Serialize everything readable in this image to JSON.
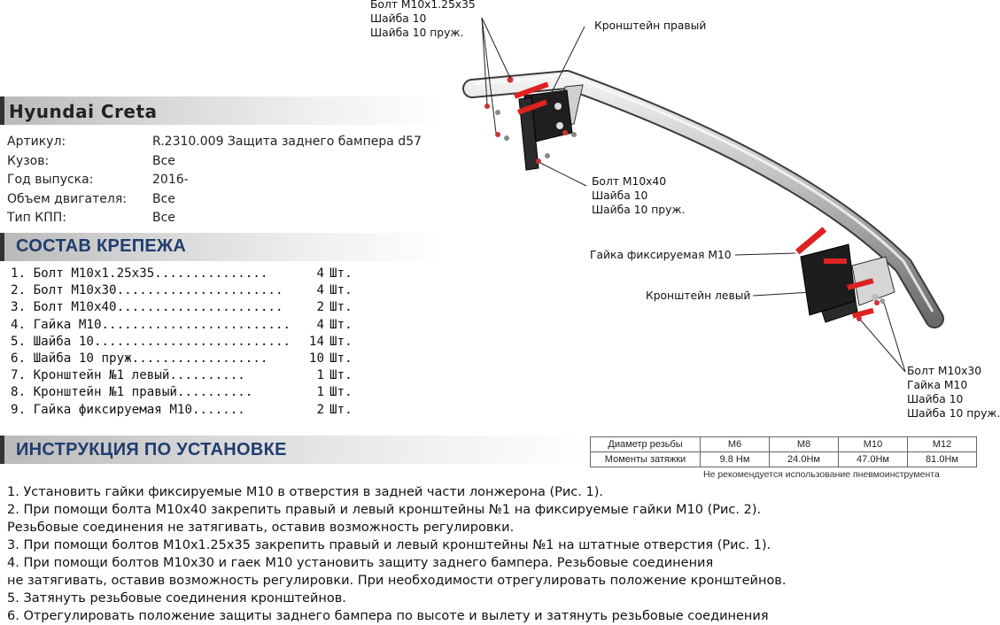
{
  "model": "Hyundai Creta",
  "info": [
    {
      "label": "Артикул:",
      "value": "R.2310.009 Защита заднего бампера d57"
    },
    {
      "label": "Кузов:",
      "value": "Все"
    },
    {
      "label": "Год выпуска:",
      "value": "2016-"
    },
    {
      "label": "Объем двигателя:",
      "value": "Все"
    },
    {
      "label": "Тип КПП:",
      "value": "Все"
    }
  ],
  "fasteners_title": "СОСТАВ КРЕПЕЖА",
  "parts": [
    {
      "name": "1. Болт М10х1.25х35...............",
      "qty": "4",
      "unit": "Шт."
    },
    {
      "name": "2. Болт М10х30......................",
      "qty": "4",
      "unit": "Шт."
    },
    {
      "name": "3. Болт М10х40......................",
      "qty": "2",
      "unit": "Шт."
    },
    {
      "name": "4. Гайка М10.........................",
      "qty": "4",
      "unit": "Шт."
    },
    {
      "name": "5. Шайба 10..........................",
      "qty": "14",
      "unit": "Шт."
    },
    {
      "name": "6. Шайба 10 пруж..................",
      "qty": "10",
      "unit": "Шт."
    },
    {
      "name": "7. Кронштейн №1 левый..........",
      "qty": "1",
      "unit": "Шт."
    },
    {
      "name": "8. Кронштейн №1 правый..........",
      "qty": "1",
      "unit": "Шт."
    },
    {
      "name": "9. Гайка фиксируемая М10.......",
      "qty": "2",
      "unit": "Шт."
    }
  ],
  "install_title": "ИНСТРУКЦИЯ ПО УСТАНОВКЕ",
  "torque": {
    "row1_label": "Диаметр резьбы",
    "row2_label": "Моменты затяжки",
    "sizes": [
      "M6",
      "M8",
      "M10",
      "M12"
    ],
    "values": [
      "9.8 Нм",
      "24.0Нм",
      "47.0Нм",
      "81.0Нм"
    ],
    "note": "Не рекомендуется использование пневмоинструмента"
  },
  "instructions": [
    "1. Установить гайки фиксируемые М10 в отверстия в задней части лонжерона (Рис. 1).",
    "2. При помощи болта М10х40 закрепить правый и левый кронштейны №1 на фиксируемые гайки М10 (Рис. 2).",
    "Резьбовые соединения не затягивать, оставив возможность регулировки.",
    "3. При помощи болтов М10х1.25х35 закрепить правый и левый кронштейны №1 на штатные отверстия (Рис. 1).",
    "4. При помощи болтов М10х30 и гаек М10 установить защиту заднего бампера. Резьбовые соединения",
    "не затягивать, оставив возможность регулировки. При необходимости отрегулировать положение кронштейнов.",
    "5. Затянуть резьбовые соединения кронштейнов.",
    "6. Отрегулировать положение защиты заднего бампера по высоте и вылету и затянуть резьбовые соединения"
  ],
  "diagram": {
    "label_top": [
      "Болт М10х1.25х35",
      "Шайба 10",
      "Шайба 10 пруж."
    ],
    "label_right_bracket": "Кронштейн правый",
    "label_m10x40": [
      "Болт М10х40",
      "Шайба 10",
      "Шайба 10 пруж."
    ],
    "label_fixed_nut": "Гайка фиксируемая М10",
    "label_left_bracket": "Кронштейн левый",
    "label_bottom": [
      "Болт М10х30",
      "Гайка М10",
      "Шайба 10",
      "Шайба 10 пруж."
    ]
  }
}
